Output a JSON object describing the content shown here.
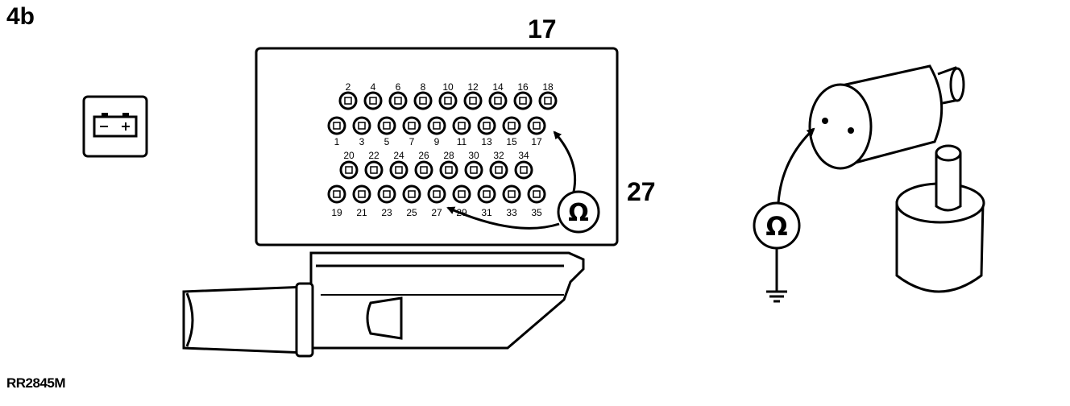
{
  "figure": {
    "label": "4b",
    "reference": "RR2845M",
    "callouts": [
      "17",
      "27"
    ]
  },
  "connector": {
    "top_row_pins": [
      "2",
      "4",
      "6",
      "8",
      "10",
      "12",
      "14",
      "16",
      "18"
    ],
    "second_row_pins": [
      "1",
      "3",
      "5",
      "7",
      "9",
      "11",
      "13",
      "15",
      "17"
    ],
    "third_row_pins": [
      "20",
      "22",
      "24",
      "26",
      "28",
      "30",
      "32",
      "34"
    ],
    "bottom_row_pins": [
      "19",
      "21",
      "23",
      "25",
      "27",
      "29",
      "31",
      "33",
      "35"
    ],
    "probe_pins": [
      "17",
      "27"
    ]
  },
  "icons": {
    "meter_symbol": "Ω",
    "battery": "battery-icon",
    "ohmmeter": "ohmmeter-icon",
    "ground": "ground-symbol-icon",
    "sensor": "sensor-component-icon"
  }
}
